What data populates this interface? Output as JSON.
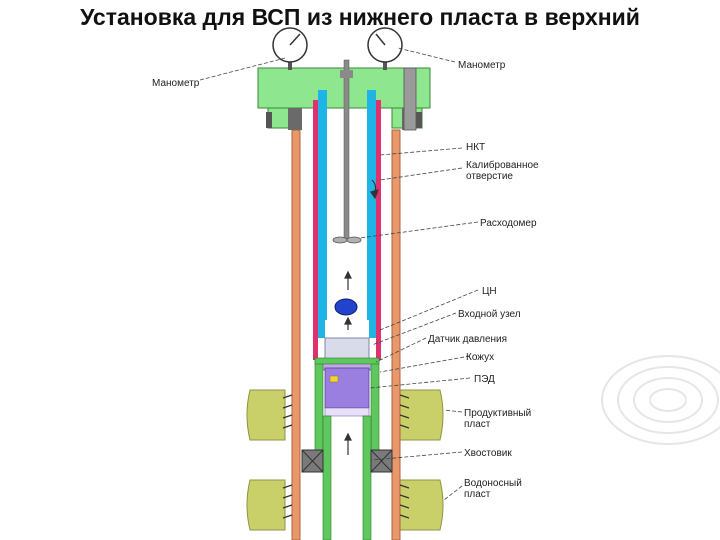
{
  "slide": {
    "title": "Установка для ВСП из нижнего пласта в верхний"
  },
  "labels": {
    "manometer_left": "Манометр",
    "manometer_right": "Манометр",
    "nkt": "НКТ",
    "calibrated_line1": "Калиброванное",
    "calibrated_line2": "отверстие",
    "flowmeter": "Расходомер",
    "pump": "ЦН",
    "inlet": "Входной узел",
    "pressure_sensor": "Датчик давления",
    "casing": "Кожух",
    "motor": "ПЭД",
    "productive_line1": "Продуктивный",
    "productive_line2": "пласт",
    "tail": "Хвостовик",
    "aquifer_line1": "Водоносный",
    "aquifer_line2": "пласт"
  },
  "colors": {
    "wellhead": "#8ee68e",
    "casing_wall": "#e8986a",
    "tubing": "#1eb4e6",
    "pump_inner": "#e0306e",
    "motor": "#9b7fe0",
    "shroud": "#5ec85e",
    "formation": "#c9d06a",
    "packer": "#7a7a7a",
    "ball": "#2244cc"
  }
}
